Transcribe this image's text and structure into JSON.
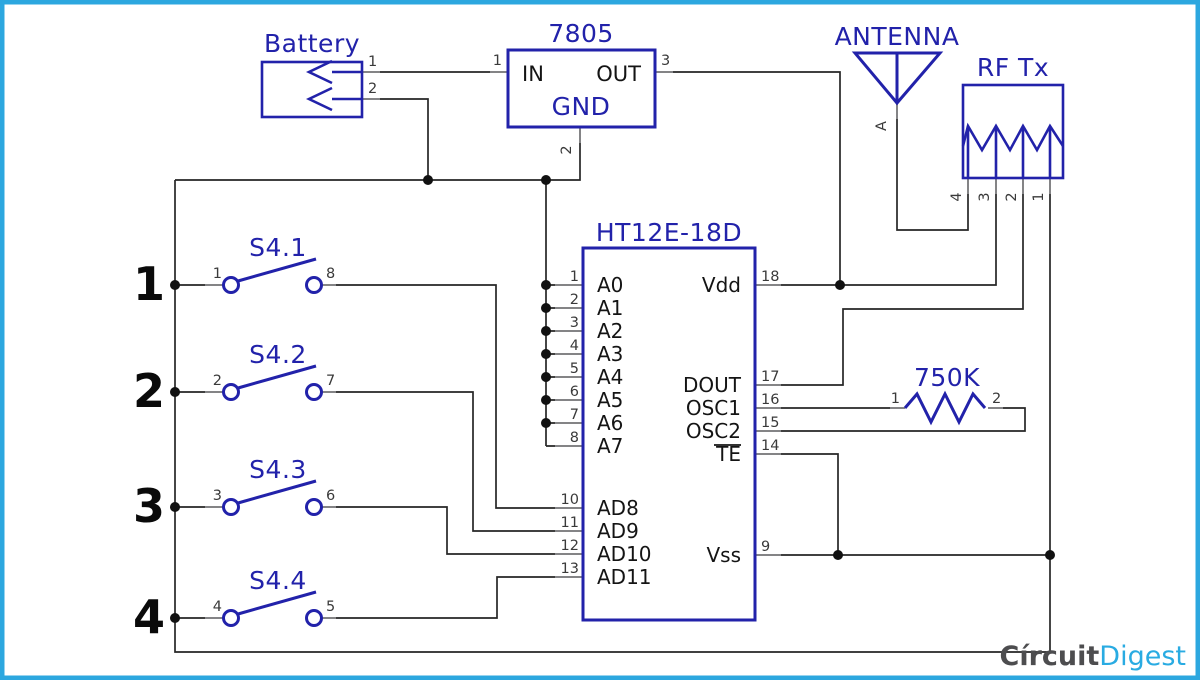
{
  "colors": {
    "component_blue": "#2222AA",
    "wire_black": "#262626",
    "lead_gray": "#8a8a8c",
    "border_blue": "#2CA7DF",
    "logo_gray": "#4D4D4F",
    "logo_blue": "#29ABE2"
  },
  "battery": {
    "label": "Battery",
    "pin1": "1",
    "pin2": "2"
  },
  "regulator": {
    "title": "7805",
    "in": "IN",
    "out": "OUT",
    "gnd": "GND",
    "pin_in": "1",
    "pin_out": "3",
    "pin_gnd": "2"
  },
  "antenna": {
    "label": "ANTENNA",
    "pin": "A"
  },
  "rf_tx": {
    "label": "RF Tx",
    "pin4": "4",
    "pin3": "3",
    "pin2": "2",
    "pin1": "1"
  },
  "ic": {
    "title": "HT12E-18D",
    "left_pins": [
      {
        "num": "1",
        "name": "A0"
      },
      {
        "num": "2",
        "name": "A1"
      },
      {
        "num": "3",
        "name": "A2"
      },
      {
        "num": "4",
        "name": "A3"
      },
      {
        "num": "5",
        "name": "A4"
      },
      {
        "num": "6",
        "name": "A5"
      },
      {
        "num": "7",
        "name": "A6"
      },
      {
        "num": "8",
        "name": "A7"
      },
      {
        "num": "10",
        "name": "AD8"
      },
      {
        "num": "11",
        "name": "AD9"
      },
      {
        "num": "12",
        "name": "AD10"
      },
      {
        "num": "13",
        "name": "AD11"
      }
    ],
    "right_pins": [
      {
        "num": "18",
        "name": "Vdd"
      },
      {
        "num": "17",
        "name": "DOUT"
      },
      {
        "num": "16",
        "name": "OSC1"
      },
      {
        "num": "15",
        "name": "OSC2"
      },
      {
        "num": "14",
        "name": "TE"
      },
      {
        "num": "9",
        "name": "Vss"
      }
    ]
  },
  "resistor": {
    "label": "750K",
    "pin1": "1",
    "pin2": "2"
  },
  "switches": [
    {
      "label": "S4.1",
      "row": "1",
      "pin_left": "1",
      "pin_right": "8"
    },
    {
      "label": "S4.2",
      "row": "2",
      "pin_left": "2",
      "pin_right": "7"
    },
    {
      "label": "S4.3",
      "row": "3",
      "pin_left": "3",
      "pin_right": "6"
    },
    {
      "label": "S4.4",
      "row": "4",
      "pin_left": "4",
      "pin_right": "5"
    }
  ],
  "logo": {
    "part1": "Círcuit",
    "part2": "Digest"
  }
}
